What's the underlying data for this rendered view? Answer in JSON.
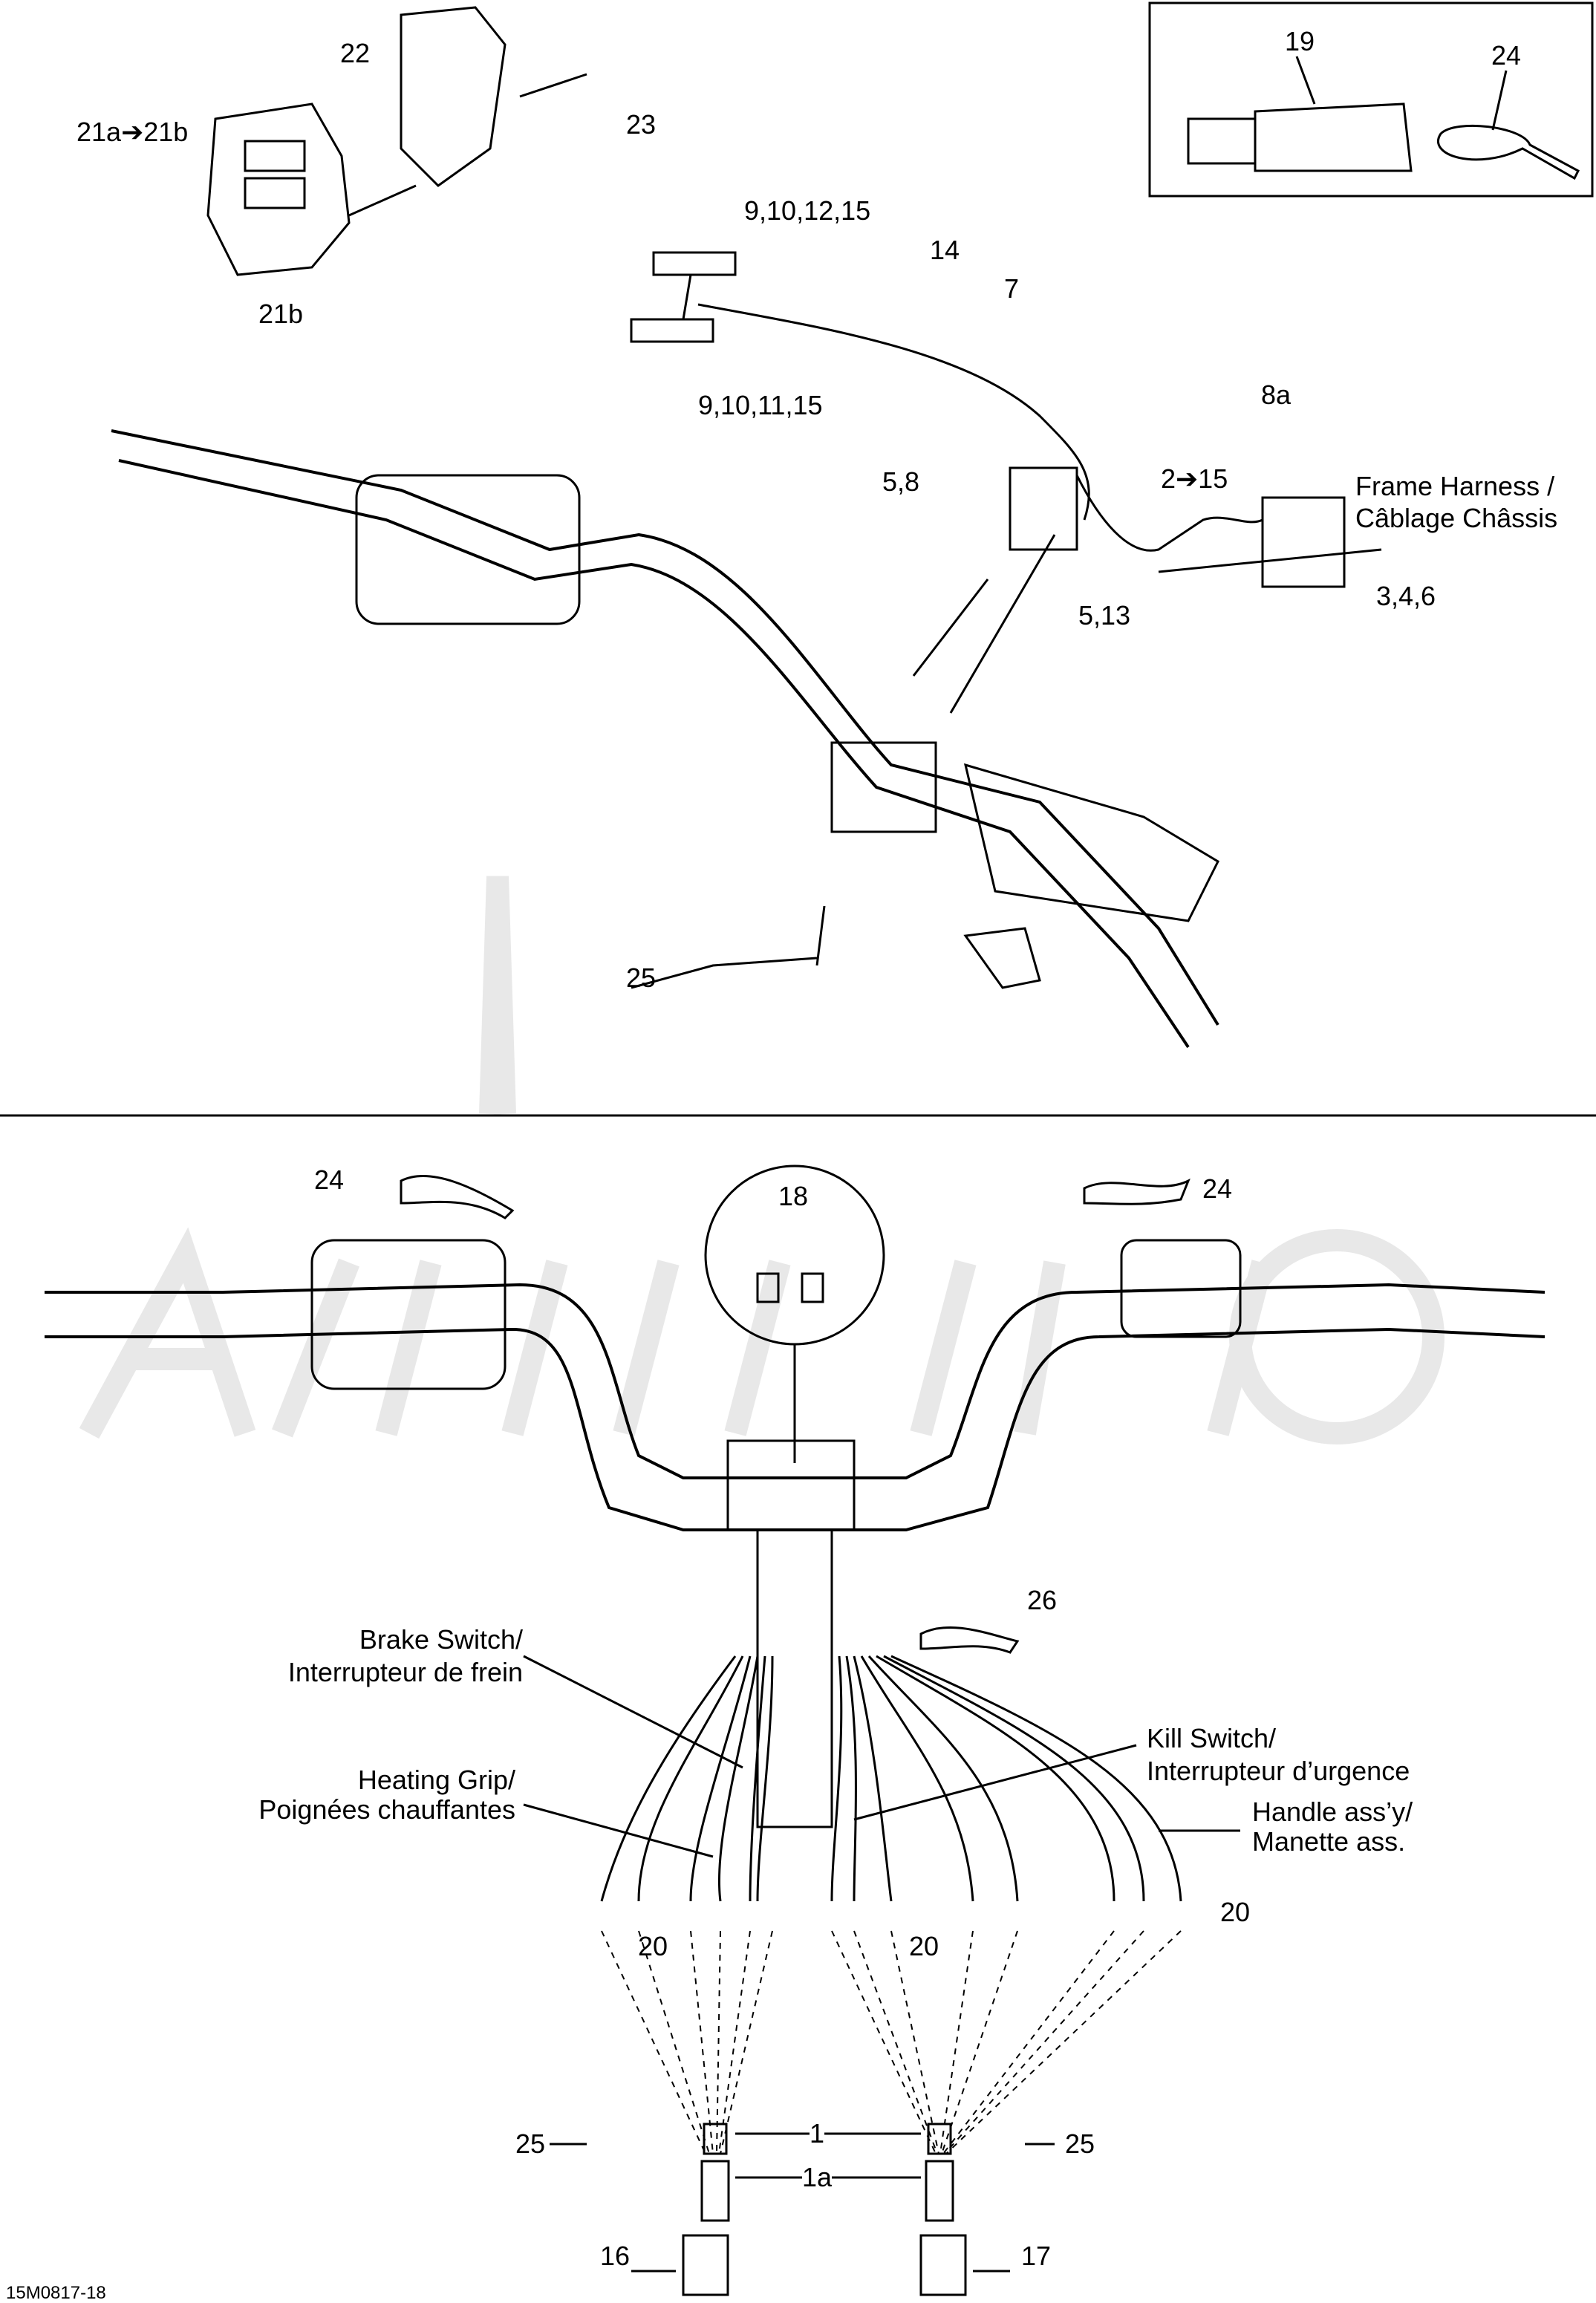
{
  "diagram": {
    "figure_code": "15M0817-18",
    "top_section": {
      "inset_labels": [
        "19",
        "24"
      ],
      "switch_housing_labels": [
        "22",
        "23",
        "21a➔21b",
        "21b"
      ],
      "harness_labels": [
        "9,10,12,15",
        "14",
        "7",
        "9,10,11,15",
        "8a",
        "5,8",
        "2➔15",
        "5,13",
        "3,4,6"
      ],
      "frame_harness_line1": "Frame Harness /",
      "frame_harness_line2": "Câblage Châssis",
      "tie_label": "25"
    },
    "bottom_section": {
      "tie_left": "24",
      "tie_right": "24",
      "connector_detail": "18",
      "tie_26": "26",
      "brake_switch_line1": "Brake Switch/",
      "brake_switch_line2": "Interrupteur de frein",
      "kill_switch_line1": "Kill Switch/",
      "kill_switch_line2": "Interrupteur d’urgence",
      "heating_grip_line1": "Heating Grip/",
      "heating_grip_line2": "Poignées chauffantes",
      "handle_line1": "Handle ass’y/",
      "handle_line2": "Manette ass.",
      "terminal_labels": [
        "20",
        "20",
        "20"
      ],
      "sleeve": "1",
      "sleeve_a": "1a",
      "tie_bottom_left": "25",
      "tie_bottom_right": "25",
      "housing_left": "16",
      "housing_right": "17"
    }
  }
}
